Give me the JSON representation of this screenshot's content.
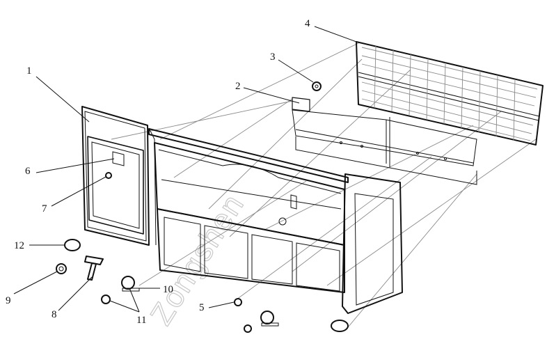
{
  "diagram": {
    "callouts": [
      {
        "id": "c1",
        "label": "1"
      },
      {
        "id": "c2",
        "label": "2"
      },
      {
        "id": "c3",
        "label": "3"
      },
      {
        "id": "c4",
        "label": "4"
      },
      {
        "id": "c5",
        "label": "5"
      },
      {
        "id": "c6",
        "label": "6"
      },
      {
        "id": "c7",
        "label": "7"
      },
      {
        "id": "c8",
        "label": "8"
      },
      {
        "id": "c9",
        "label": "9"
      },
      {
        "id": "c10",
        "label": "10"
      },
      {
        "id": "c11",
        "label": "11"
      },
      {
        "id": "c12",
        "label": "12"
      }
    ],
    "watermark": "Zongshen"
  }
}
